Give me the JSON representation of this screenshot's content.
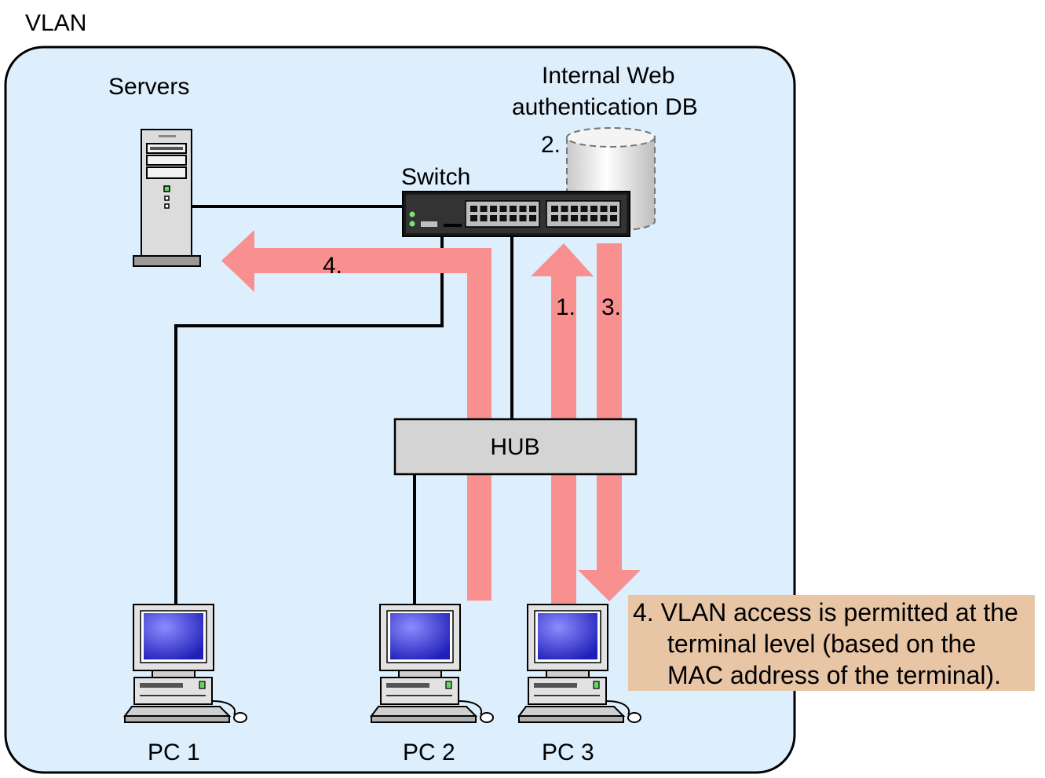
{
  "diagram": {
    "title": "VLAN",
    "labels": {
      "servers": "Servers",
      "switch": "Switch",
      "db_line1": "Internal Web",
      "db_line2": "authentication DB",
      "hub": "HUB",
      "pc1": "PC 1",
      "pc2": "PC 2",
      "pc3": "PC 3"
    },
    "steps": {
      "step1": "1.",
      "step2": "2.",
      "step3": "3.",
      "step4": "4."
    },
    "note": {
      "line1": "4. VLAN access is permitted at the",
      "line2": "terminal level (based on the",
      "line3": "MAC address of the terminal)."
    },
    "colors": {
      "vlan_fill": "#ddeefc",
      "arrow": "#f89090",
      "note_fill": "#e8c5a4",
      "hub_fill": "#d4d4d4",
      "screen": "#3a3ad8"
    }
  }
}
